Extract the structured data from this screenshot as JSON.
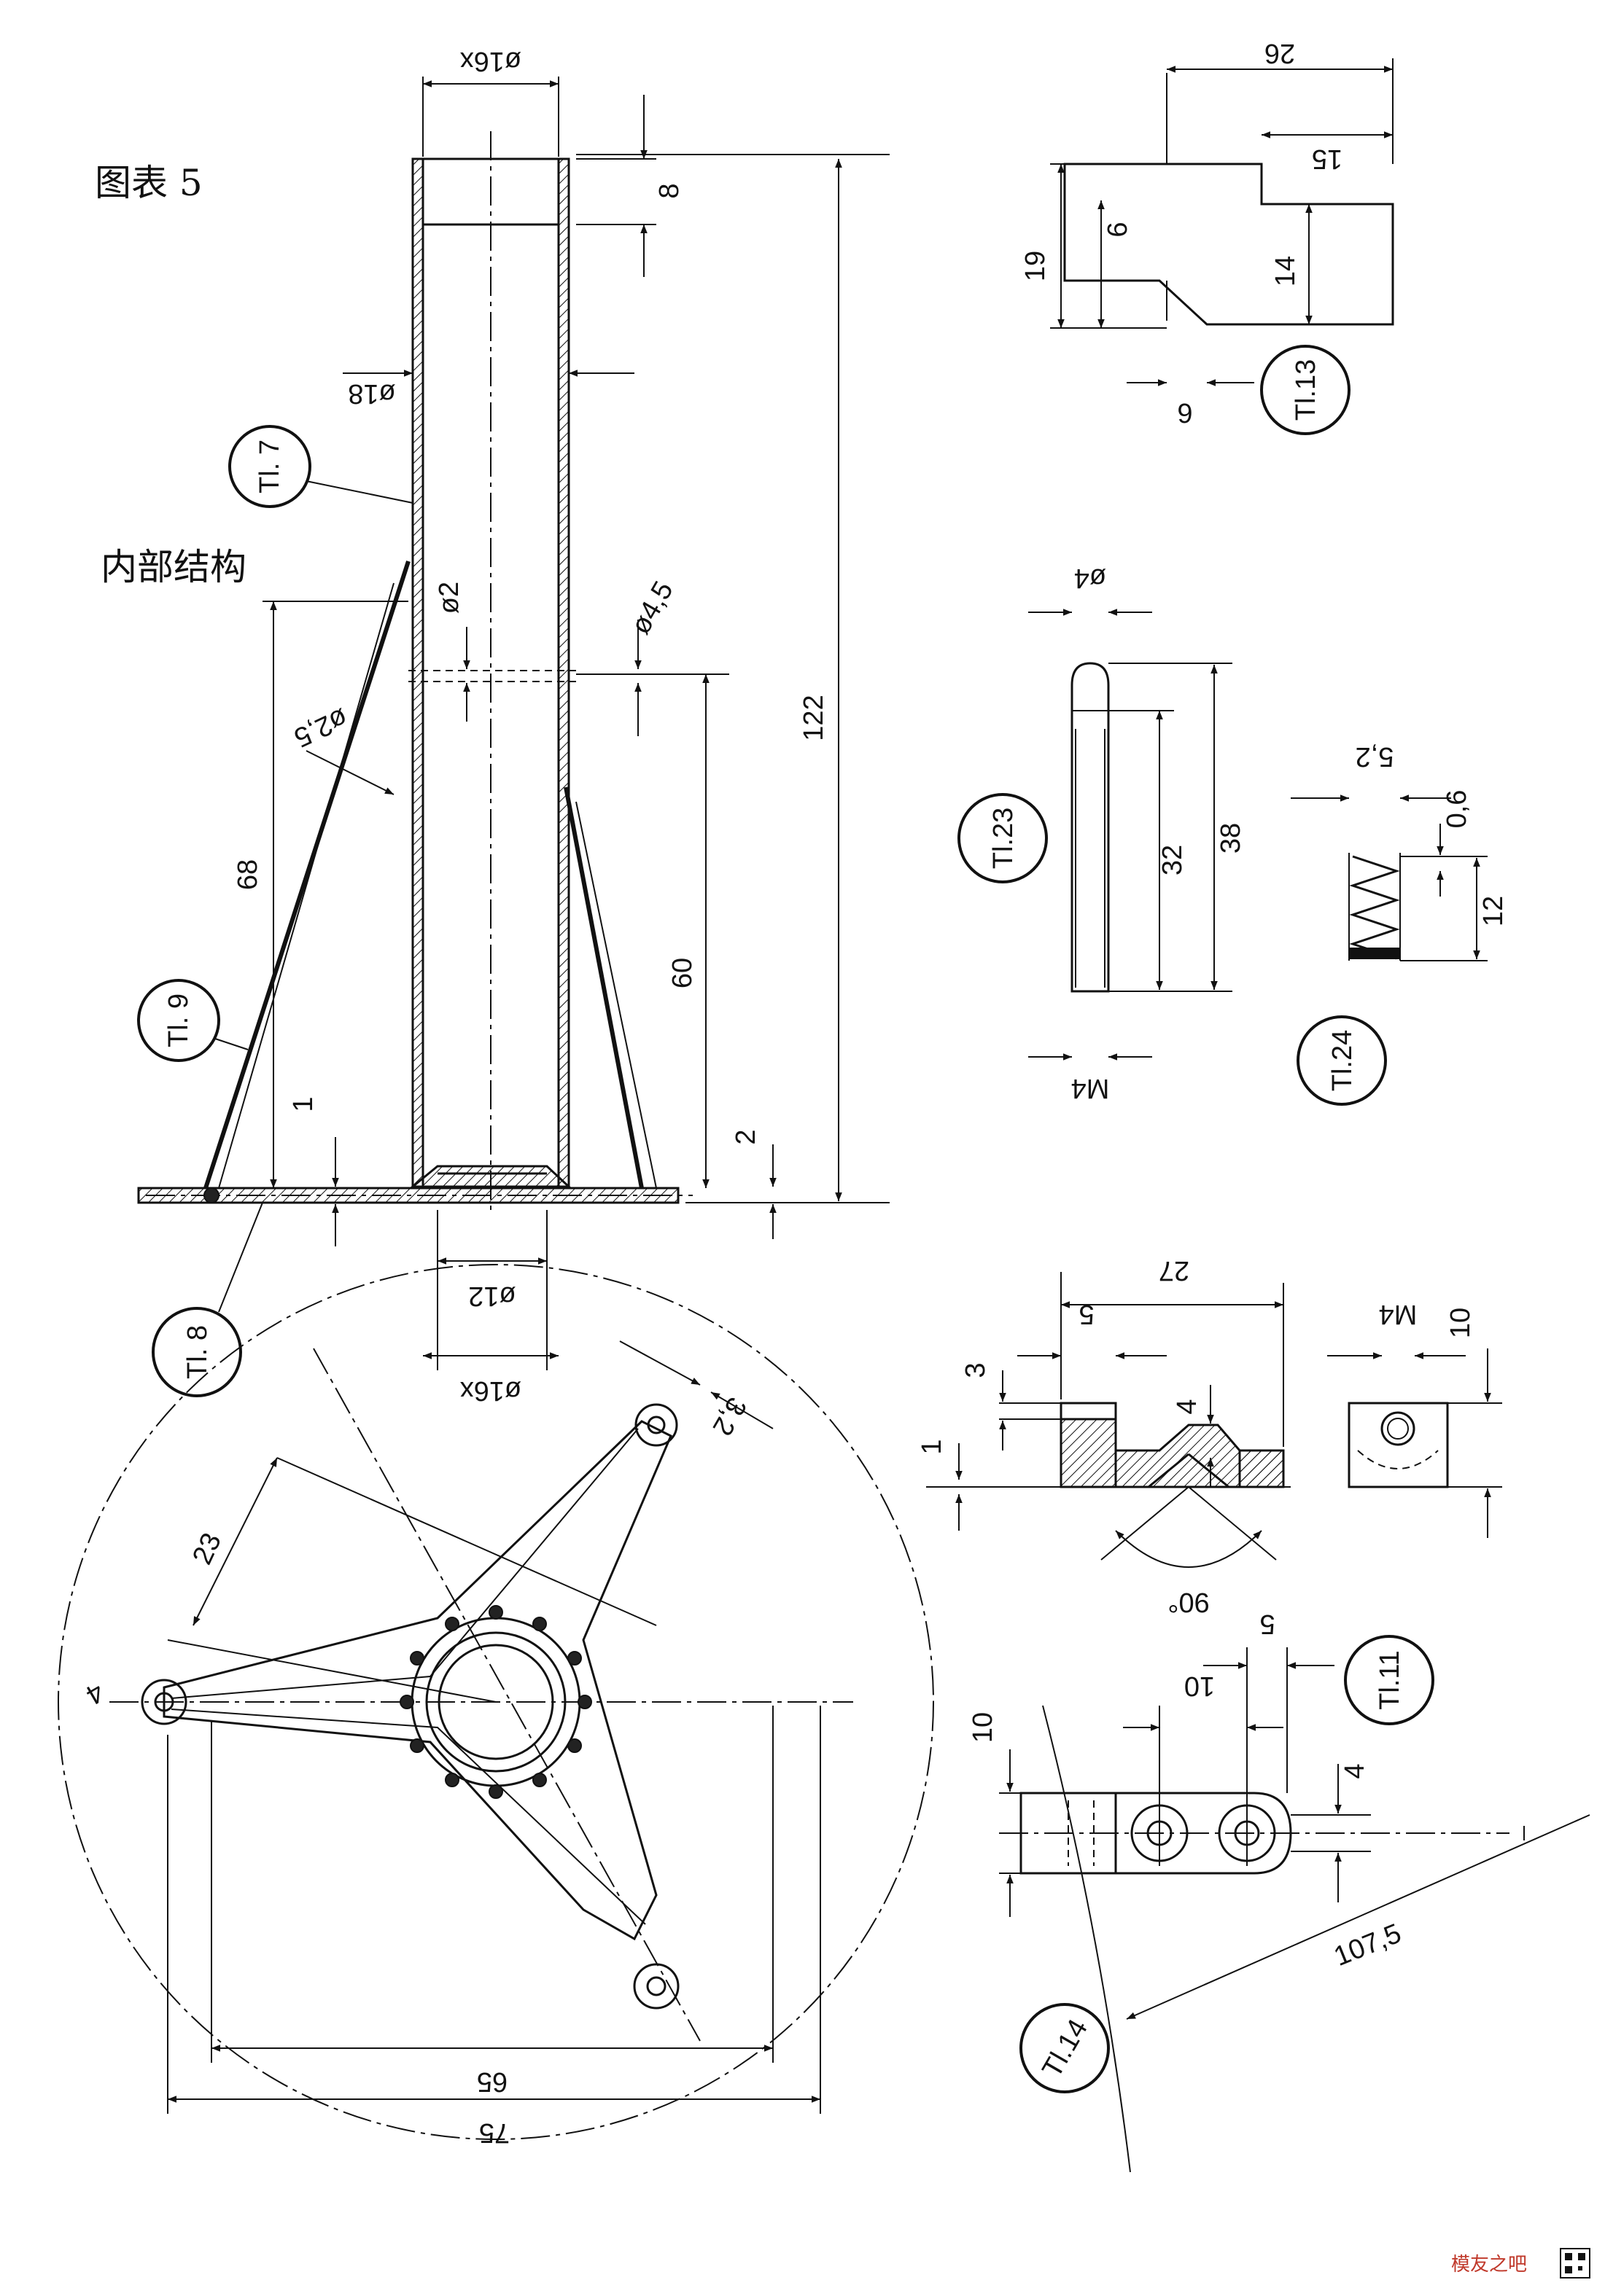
{
  "captions": {
    "figure": "图表 5",
    "internal": "内部结构"
  },
  "part_tags": {
    "t7": "Tl. 7",
    "t8": "Tl. 8",
    "t9": "Tl. 9",
    "t11": "Tl.11",
    "t13": "Tl.13",
    "t14": "Tl.14",
    "t23": "Tl.23",
    "t24": "Tl.24"
  },
  "tube_dims": {
    "top_dia": "ø16x",
    "wall_outer": "ø18",
    "top_band": "8",
    "total_height": "122",
    "hole_small": "ø2",
    "hole_large": "ø4,5",
    "strut_dia": "ø2,5",
    "strut_height": "68",
    "hole_height": "60",
    "plate_thickness": "1",
    "flange_thickness": "2",
    "bottom_inner": "ø12",
    "bottom_outer": "ø16x"
  },
  "plate_dims": {
    "arm_width": "3,2",
    "offset": "23",
    "inner_span": "65",
    "outer_span": "75",
    "angle_mark": "4"
  },
  "bracket13_dims": {
    "width": "26",
    "step_height": "15",
    "total_height": "19",
    "lower_height": "14",
    "chamfer_v": "6",
    "chamfer_h": "6"
  },
  "pin23_dims": {
    "dia": "ø4",
    "shank": "32",
    "length": "38",
    "thread": "M4"
  },
  "spring24_dims": {
    "coil_dia": "5,2",
    "wire": "0,6",
    "length": "12"
  },
  "block_dims": {
    "length": "27",
    "slot": "5",
    "slot_depth": "3",
    "base": "1",
    "groove": "4",
    "angle": "90°",
    "thread": "M4",
    "height": "10"
  },
  "link11_dims": {
    "pitch": "10",
    "end": "5",
    "height": "10",
    "thickness": "4",
    "radius": "107,5"
  },
  "watermark": {
    "text": "模友之吧"
  }
}
